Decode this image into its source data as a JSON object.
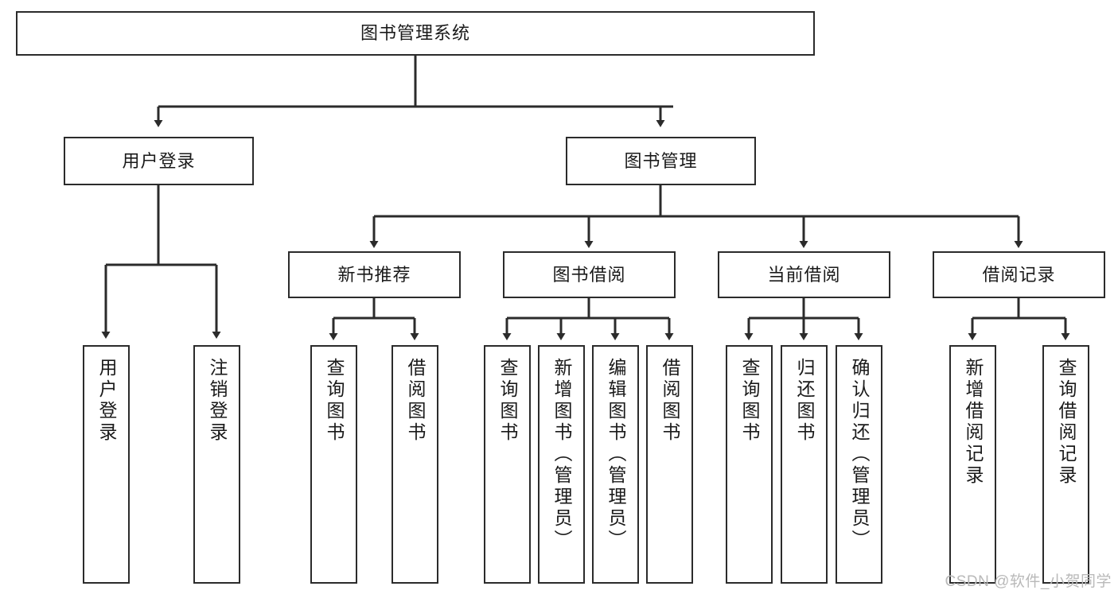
{
  "diagram": {
    "title": "图书管理系统",
    "type": "hierarchy-tree",
    "root": {
      "id": "root",
      "label": "图书管理系统"
    },
    "level1": [
      {
        "id": "user-login",
        "label": "用户登录"
      },
      {
        "id": "book-manage",
        "label": "图书管理"
      }
    ],
    "level2": [
      {
        "id": "new-book-rec",
        "label": "新书推荐",
        "parent": "book-manage"
      },
      {
        "id": "book-borrow",
        "label": "图书借阅",
        "parent": "book-manage"
      },
      {
        "id": "current-borrow",
        "label": "当前借阅",
        "parent": "book-manage"
      },
      {
        "id": "borrow-record",
        "label": "借阅记录",
        "parent": "book-manage"
      }
    ],
    "leaves": [
      {
        "id": "leaf-user-login",
        "label": "用户登录",
        "parent": "user-login"
      },
      {
        "id": "leaf-logout-login",
        "label": "注销登录",
        "parent": "user-login"
      },
      {
        "id": "leaf-query-book-1",
        "label": "查询图书",
        "parent": "new-book-rec"
      },
      {
        "id": "leaf-borrow-book-1",
        "label": "借阅图书",
        "parent": "new-book-rec"
      },
      {
        "id": "leaf-query-book-2",
        "label": "查询图书",
        "parent": "book-borrow"
      },
      {
        "id": "leaf-add-book",
        "label": "新增图书（管理员）",
        "parent": "book-borrow"
      },
      {
        "id": "leaf-edit-book",
        "label": "编辑图书（管理员）",
        "parent": "book-borrow"
      },
      {
        "id": "leaf-borrow-book-2",
        "label": "借阅图书",
        "parent": "book-borrow"
      },
      {
        "id": "leaf-query-book-3",
        "label": "查询图书",
        "parent": "current-borrow"
      },
      {
        "id": "leaf-return-book",
        "label": "归还图书",
        "parent": "current-borrow"
      },
      {
        "id": "leaf-confirm-return",
        "label": "确认归还（管理员）",
        "parent": "current-borrow"
      },
      {
        "id": "leaf-add-record",
        "label": "新增借阅记录",
        "parent": "borrow-record"
      },
      {
        "id": "leaf-query-record",
        "label": "查询借阅记录",
        "parent": "borrow-record"
      }
    ],
    "colors": {
      "stroke": "#2b2b2b",
      "fill": "#ffffff",
      "text": "#1a1a1a",
      "watermark": "#b9b9b9"
    }
  },
  "watermark": {
    "text": "CSDN @软件_小贺同学"
  }
}
